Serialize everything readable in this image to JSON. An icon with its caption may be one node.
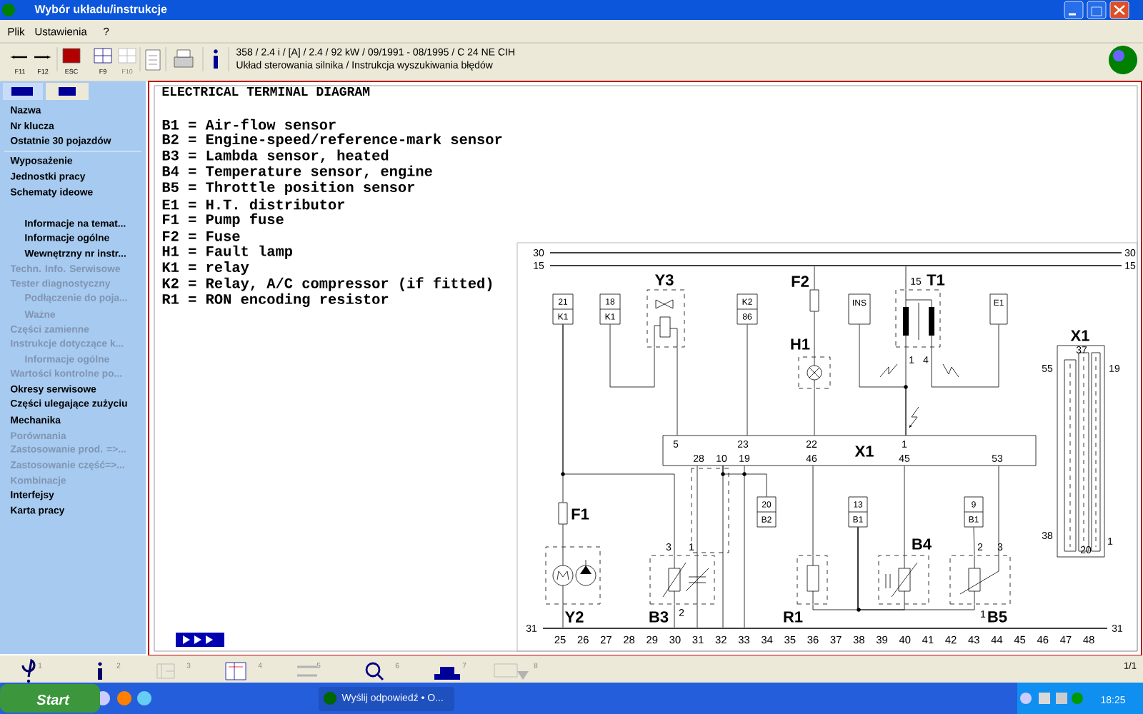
{
  "diagram": {
    "nodes": [
      {
        "text": [
          "21",
          "K1"
        ]
      },
      {
        "text": [
          "18",
          "K1"
        ]
      },
      {
        "text": [
          "Y3"
        ]
      },
      {
        "text": [
          "K2",
          "86"
        ]
      },
      {
        "text": [
          "F2"
        ]
      },
      {
        "text": [
          "INS"
        ]
      },
      {
        "text": [
          "T1"
        ],
        "beside": [
          "15",
          "1",
          "4"
        ]
      },
      {
        "text": [
          "E1"
        ]
      },
      {
        "text": [
          "H1"
        ]
      },
      {
        "text": [
          "X1",
          "37",
          "20"
        ],
        "beside": [
          "55",
          "19",
          "38",
          "1"
        ]
      },
      {
        "text": [
          "X1"
        ]
      },
      {
        "text": [
          "F1"
        ]
      },
      {
        "text": [
          "20",
          "B2"
        ]
      },
      {
        "text": [
          "13",
          "B1"
        ]
      },
      {
        "text": [
          "9",
          "B1"
        ]
      },
      {
        "text": [
          "B4"
        ]
      },
      {
        "text": [
          "Y2"
        ]
      },
      {
        "text": [
          "B3"
        ],
        "beside": [
          "3",
          "1",
          "2"
        ]
      },
      {
        "text": [
          "R1"
        ]
      },
      {
        "text": [
          "B5"
        ],
        "beside": [
          "2",
          "3",
          "1"
        ]
      },
      {
        "text": [],
        "shape": "bar",
        "beside": [
          "30",
          "30"
        ]
      },
      {
        "text": [],
        "shape": "bar",
        "beside": [
          "15",
          "15"
        ]
      },
      {
        "text": [],
        "shape": "bar",
        "beside": [
          "31",
          "31"
        ]
      }
    ],
    "edges": [
      {
        "from": 0,
        "to": 11,
        "arrow": "none"
      },
      {
        "from": 11,
        "to": 16,
        "arrow": "none"
      },
      {
        "from": 0,
        "to": 17,
        "arrow": "none"
      },
      {
        "from": 1,
        "to": 2,
        "arrow": "none"
      },
      {
        "from": 2,
        "to": 10,
        "arrow": "none"
      },
      {
        "from": 3,
        "to": 10,
        "arrow": "none"
      },
      {
        "from": 4,
        "to": 8,
        "arrow": "none"
      },
      {
        "from": 8,
        "to": 10,
        "arrow": "none"
      },
      {
        "from": 5,
        "to": 10,
        "arrow": "none"
      },
      {
        "from": 6,
        "to": 10,
        "arrow": "none"
      },
      {
        "from": 7,
        "to": 6,
        "arrow": "none"
      },
      {
        "from": 10,
        "to": 17,
        "arrow": "none"
      },
      {
        "from": 10,
        "to": 12,
        "arrow": "none"
      },
      {
        "from": 10,
        "to": 18,
        "arrow": "none"
      },
      {
        "from": 13,
        "to": 18,
        "arrow": "none"
      },
      {
        "from": 13,
        "to": 15,
        "arrow": "none"
      },
      {
        "from": 13,
        "to": 19,
        "arrow": "none"
      },
      {
        "from": 10,
        "to": 15,
        "arrow": "none"
      },
      {
        "from": 10,
        "to": 19,
        "arrow": "none"
      },
      {
        "from": 14,
        "to": 19,
        "arrow": "none"
      },
      {
        "from": 4,
        "to": 21,
        "arrow": "none"
      },
      {
        "from": 6,
        "to": 21,
        "arrow": "none"
      },
      {
        "from": 16,
        "to": 22,
        "arrow": "none"
      },
      {
        "from": 17,
        "to": 22,
        "arrow": "none"
      },
      {
        "from": 17,
        "to": 22,
        "arrow": "none"
      },
      {
        "from": 10,
        "to": 22,
        "arrow": "none"
      },
      {
        "from": 10,
        "to": 22,
        "arrow": "none"
      }
    ],
    "labels": [
      "Wybór układu/instrukcje",
      "Plik",
      "Ustawienia",
      "?",
      "F11",
      "F12",
      "ESC",
      "F9",
      "F10",
      "358 / 2.4 i / [A] / 2.4 / 92 kW / 09/1991 - 08/1995 / C 24 NE CIH",
      "Układ sterowania silnika / Instrukcja wyszukiwania błędów",
      "Nazwa",
      "Nr klucza",
      "Ostatnie 30 pojazdów",
      "Wyposażenie",
      "Jednostki pracy",
      "Schematy ideowe",
      "Informacje na temat...",
      "Informacje ogólne",
      "Wewnętrzny nr instr...",
      "Techn. Info. Serwisowe",
      "Tester diagnostyczny",
      "Podłączenie do poja...",
      "Ważne",
      "Części zamienne",
      "Instrukcje dotyczące k...",
      "Informacje ogólne",
      "Wartości kontrolne po...",
      "Okresy serwisowe",
      "Części ulegające zużyciu",
      "Mechanika",
      "Porównania",
      "Zastosowanie prod. =>...",
      "Zastosowanie część=>...",
      "Kombinacje",
      "Interfejsy",
      "Karta pracy",
      "ELECTRICAL TERMINAL DIAGRAM",
      "B1 = Air-flow sensor",
      "B2 = Engine-speed/reference-mark sensor",
      "B3 = Lambda sensor, heated",
      "B4 = Temperature sensor, engine",
      "B5 = Throttle position sensor",
      "E1 = H.T. distributor",
      "F1 = Pump fuse",
      "F2 = Fuse",
      "H1 = Fault lamp",
      "K1 = relay",
      "K2 = Relay, A/C compressor (if fitted)",
      "R1 = RON encoding resistor",
      "5",
      "23",
      "22",
      "1",
      "28",
      "10",
      "19",
      "46",
      "45",
      "53",
      "25",
      "26",
      "27",
      "28",
      "29",
      "30",
      "31",
      "32",
      "33",
      "34",
      "35",
      "36",
      "37",
      "38",
      "39",
      "40",
      "41",
      "42",
      "43",
      "44",
      "45",
      "46",
      "47",
      "48",
      "1",
      "2",
      "3",
      "4",
      "5",
      "6",
      "7",
      "8",
      "1/1",
      "Start",
      "Wyślij odpowiedź • O...",
      "18:25"
    ]
  }
}
